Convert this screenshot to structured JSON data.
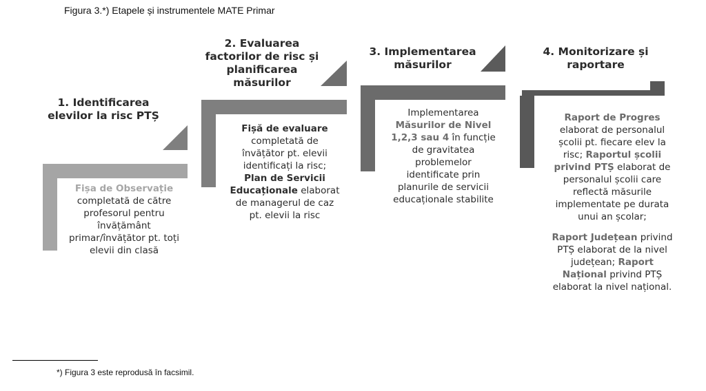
{
  "caption": "Figura 3.*) Etapele și instrumentele MATE Primar",
  "colors": {
    "step1": "#a5a5a5",
    "step2": "#7f7f7f",
    "step3": "#6b6b6b",
    "step4": "#585858"
  },
  "steps": [
    {
      "title": [
        "1. Identificarea",
        "elevilor la risc PTȘ"
      ],
      "lines": [
        [
          {
            "t": "Fișa de Observație",
            "h": true
          }
        ],
        [
          {
            "t": "completată de către"
          }
        ],
        [
          {
            "t": "profesorul pentru"
          }
        ],
        [
          {
            "t": "învățământ"
          }
        ],
        [
          {
            "t": "primar/învățător pt. toți"
          }
        ],
        [
          {
            "t": "elevii din clasă"
          }
        ]
      ]
    },
    {
      "title": [
        "2. Evaluarea",
        "factorilor de risc și",
        "planificarea",
        "măsurilor"
      ],
      "lines": [
        [
          {
            "t": "Fișă de evaluare",
            "h": true
          }
        ],
        [
          {
            "t": "completată de"
          }
        ],
        [
          {
            "t": "învățător pt. elevii"
          }
        ],
        [
          {
            "t": "identificați la risc;"
          }
        ],
        [
          {
            "t": "Plan de Servicii",
            "h": true
          }
        ],
        [
          {
            "t": "Educaționale",
            "h": true
          },
          {
            "t": " elaborat"
          }
        ],
        [
          {
            "t": "de managerul de caz"
          }
        ],
        [
          {
            "t": "pt. elevii la risc"
          }
        ]
      ]
    },
    {
      "title": [
        "3. Implementarea",
        "măsurilor"
      ],
      "lines": [
        [
          {
            "t": "Implementarea"
          }
        ],
        [
          {
            "t": "Măsurilor de Nivel",
            "h": true
          }
        ],
        [
          {
            "t": "1,2,3 sau 4",
            "h": true
          },
          {
            "t": " în funcție"
          }
        ],
        [
          {
            "t": "de gravitatea"
          }
        ],
        [
          {
            "t": "problemelor"
          }
        ],
        [
          {
            "t": "identificate prin"
          }
        ],
        [
          {
            "t": "planurile de servicii"
          }
        ],
        [
          {
            "t": "educaționale stabilite"
          }
        ]
      ]
    },
    {
      "title": [
        "4. Monitorizare și",
        "raportare"
      ],
      "lines": [
        [
          {
            "t": "Raport de Progres",
            "h": true
          }
        ],
        [
          {
            "t": "elaborat de personalul"
          }
        ],
        [
          {
            "t": "școlii pt. fiecare elev la"
          }
        ],
        [
          {
            "t": "risc; "
          },
          {
            "t": "Raportul școlii",
            "h": true
          }
        ],
        [
          {
            "t": "privind PTȘ",
            "h": true
          },
          {
            "t": " elaborat de"
          }
        ],
        [
          {
            "t": "personalul școlii care"
          }
        ],
        [
          {
            "t": "reflectă măsurile"
          }
        ],
        [
          {
            "t": "implementate pe durata"
          }
        ],
        [
          {
            "t": "unui an școlar;"
          }
        ],
        [
          {
            "t": ""
          }
        ],
        [
          {
            "t": "Raport Județean",
            "h": true
          },
          {
            "t": " privind"
          }
        ],
        [
          {
            "t": "PTȘ elaborat de la nivel"
          }
        ],
        [
          {
            "t": "județean; "
          },
          {
            "t": "Raport",
            "h": true
          }
        ],
        [
          {
            "t": "Național",
            "h": true
          },
          {
            "t": " privind PTȘ"
          }
        ],
        [
          {
            "t": "elaborat la nivel național."
          }
        ]
      ]
    }
  ],
  "footnote": "*) Figura 3 este reprodusă în facsimil."
}
